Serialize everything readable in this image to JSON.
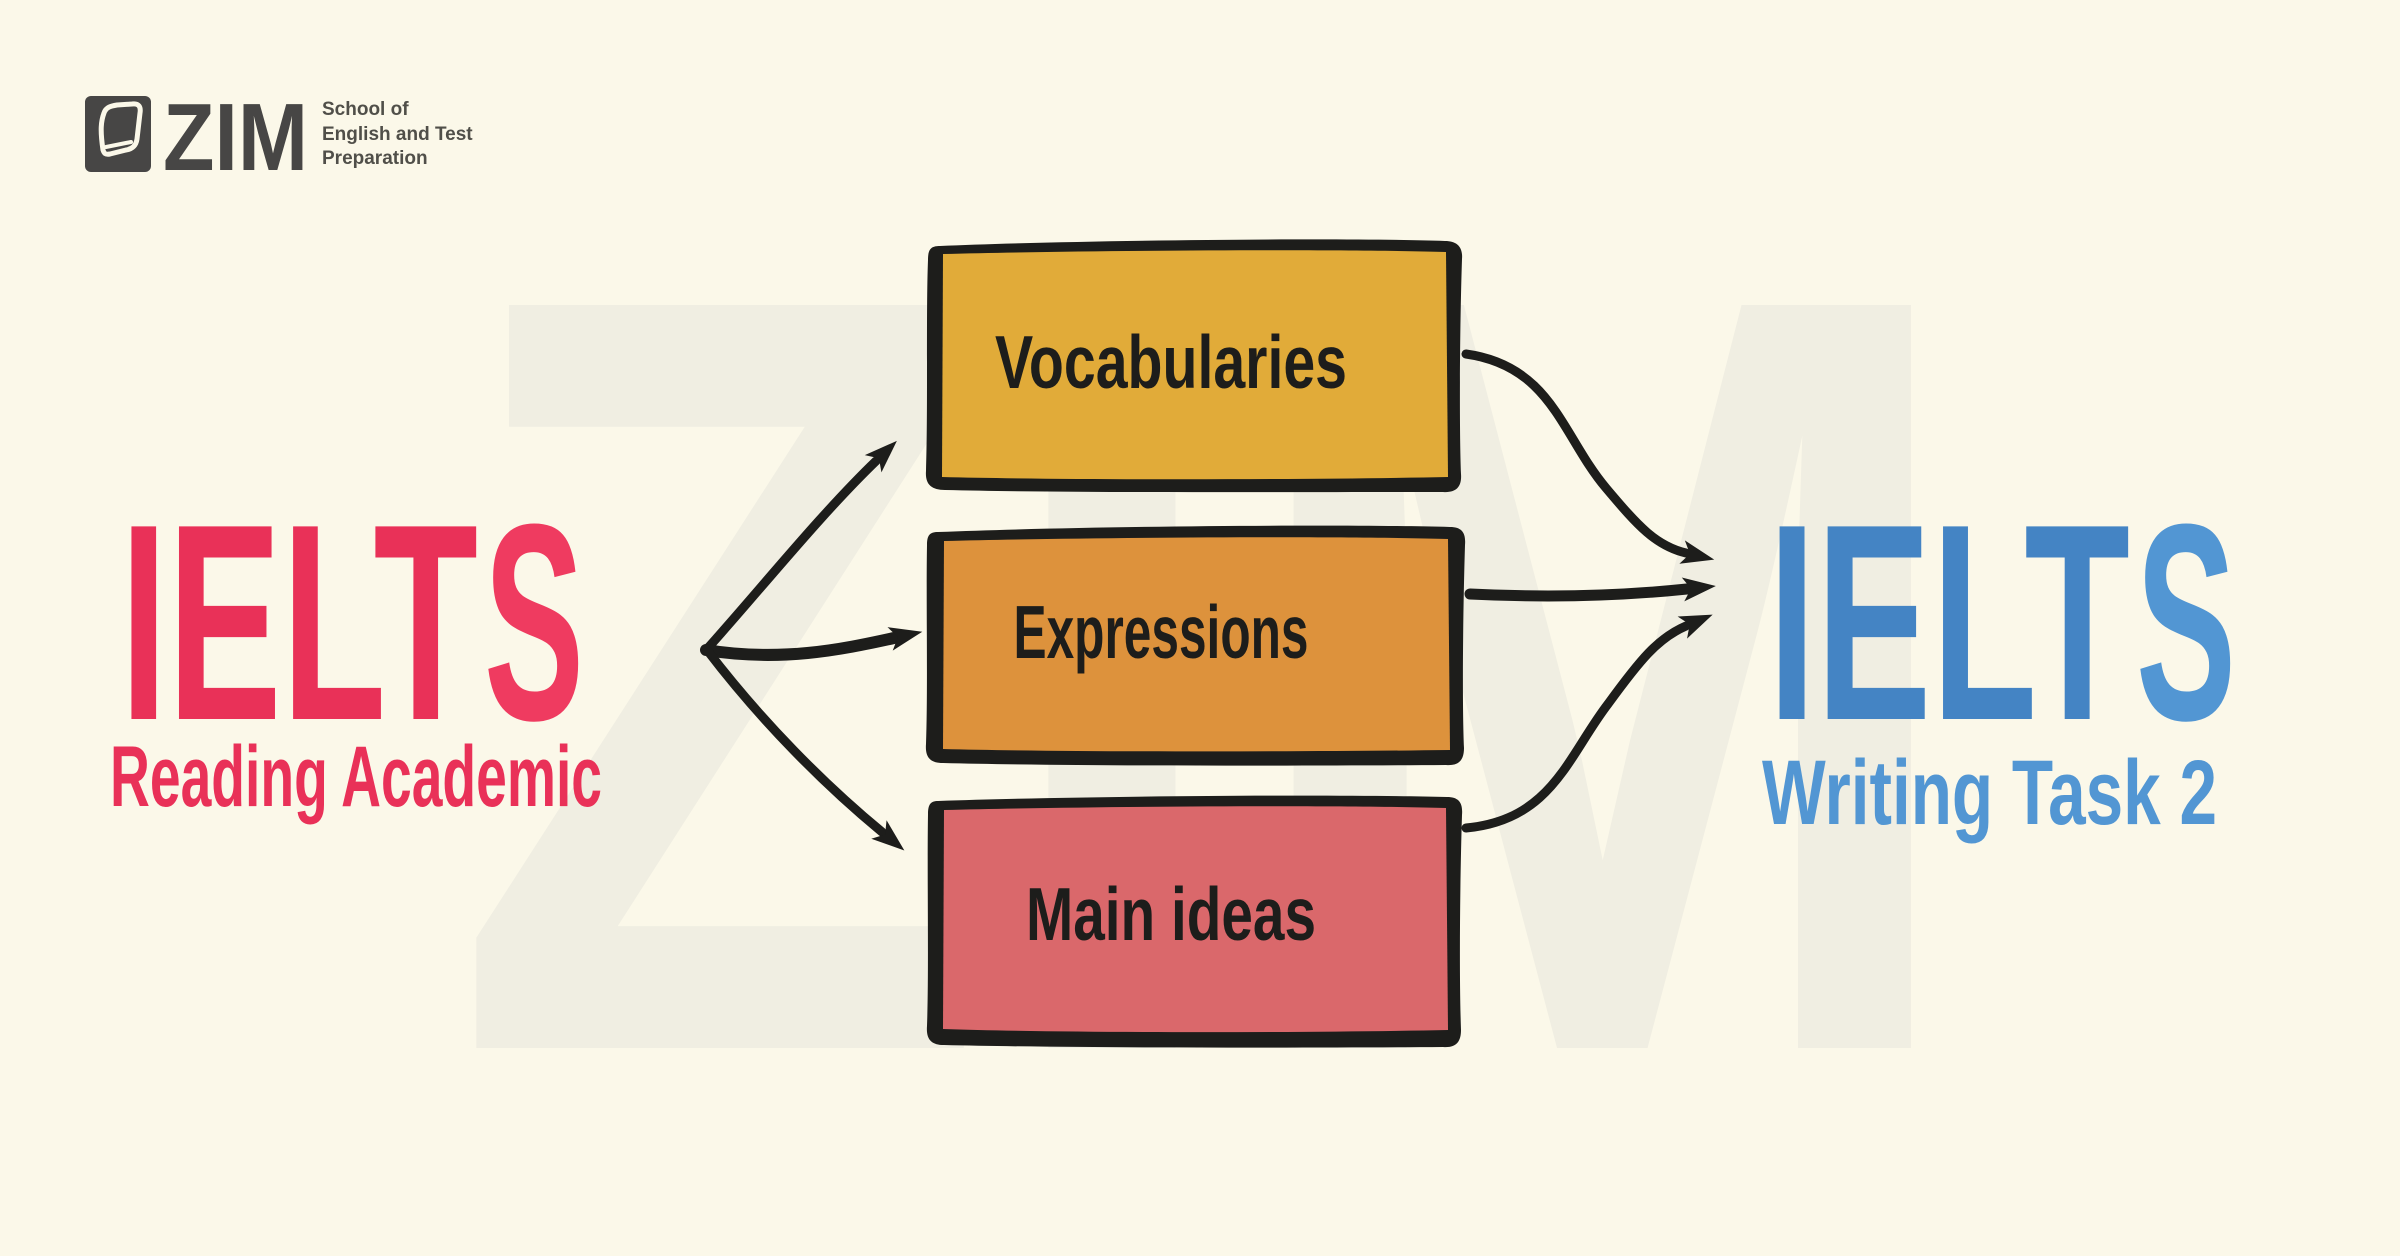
{
  "logo": {
    "brand": "ZIM",
    "tagline_lines": [
      "School of",
      "English and Test",
      "Preparation"
    ]
  },
  "watermark": "ZIM",
  "left": {
    "title_main": "IELT",
    "title_last": "S",
    "subtitle": "Reading Academic"
  },
  "right": {
    "title_main": "IELT",
    "title_last": "S",
    "subtitle": "Writing Task 2"
  },
  "boxes": [
    {
      "label": "Vocabularies",
      "fill": "#EEB53B"
    },
    {
      "label": "Expressions",
      "fill": "#EA9A3F"
    },
    {
      "label": "Main ideas",
      "fill": "#E76D71"
    }
  ],
  "colors": {
    "background": "#FBF8E9",
    "watermark": "#F0EEE2",
    "ink": "#1D1D1B",
    "red": "#E93158",
    "red_light": "#EF3B60",
    "blue": "#4484C4",
    "blue_light": "#5296D3",
    "logo_gray": "#474645",
    "tagline_gray": "#504F49"
  }
}
